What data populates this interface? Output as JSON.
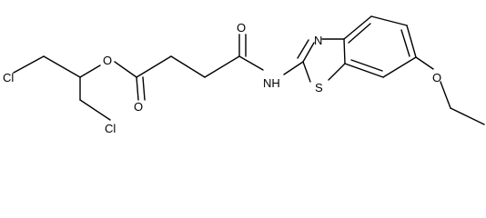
{
  "structure": {
    "atom_labels": {
      "chlorine_top": "Cl",
      "chlorine_bottom": "Cl",
      "ester_oxygen": "O",
      "ester_carbonyl_oxygen": "O",
      "amide_carbonyl_oxygen": "O",
      "amide_nitrogen": "NH",
      "thiazole_nitrogen": "N",
      "thiazole_sulfur": "S",
      "ether_oxygen": "O"
    }
  }
}
